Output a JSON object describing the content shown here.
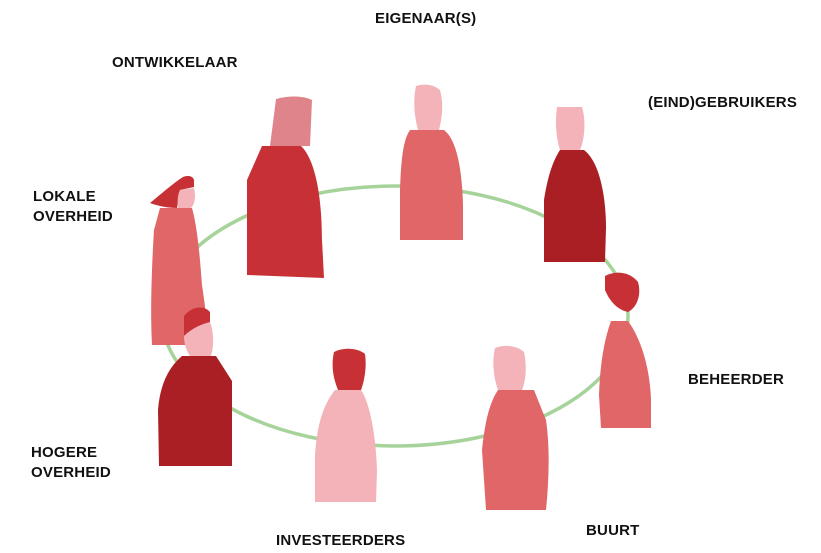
{
  "colors": {
    "ring": "#a6d39a",
    "light_pink": "#f3b3b8",
    "salmon": "#e16668",
    "red": "#c73035",
    "dark_red": "#a91f24",
    "mauve": "#e0848b"
  },
  "stakeholders": {
    "eigenaar": {
      "label": "EIGENAAR(S)"
    },
    "ontwikkelaar": {
      "label": "ONTWIKKELAAR"
    },
    "eindgebruikers": {
      "label": "(EIND)GEBRUIKERS"
    },
    "lokale_overheid": {
      "line1": "LOKALE",
      "line2": "OVERHEID"
    },
    "beheerder": {
      "label": "BEHEERDER"
    },
    "hogere_overheid": {
      "line1": "HOGERE",
      "line2": "OVERHEID"
    },
    "investeerders": {
      "label": "INVESTEERDERS"
    },
    "buurt": {
      "label": "BUURT"
    }
  }
}
